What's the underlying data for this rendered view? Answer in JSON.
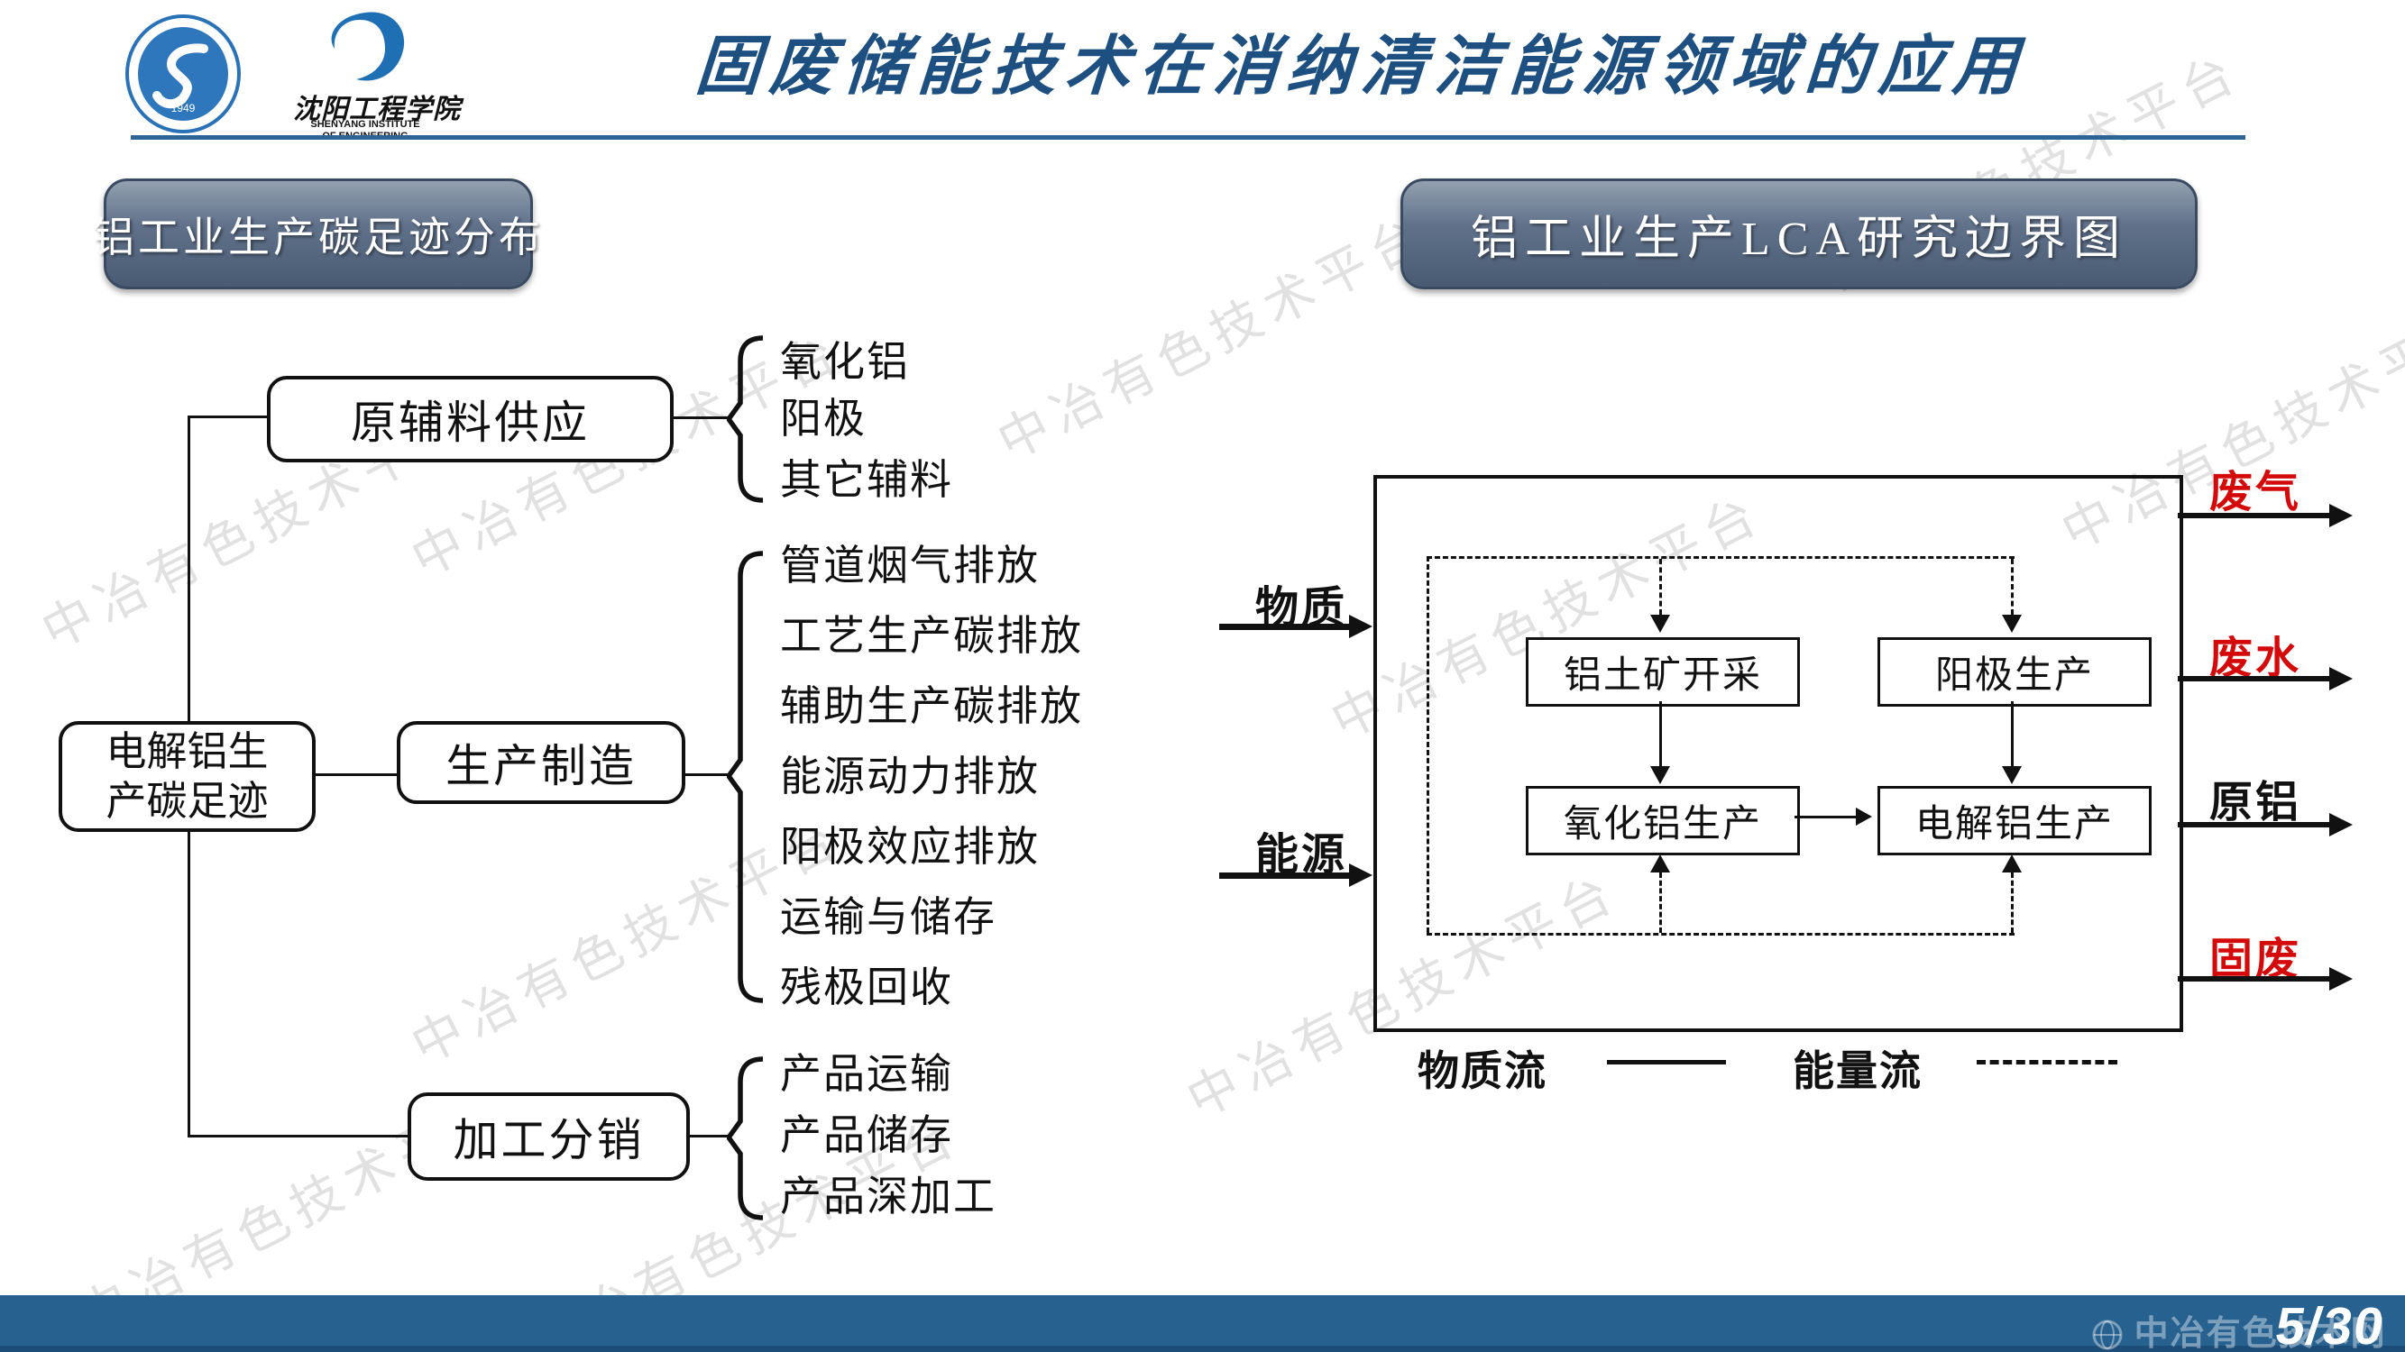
{
  "header": {
    "title": "固废储能技术在消纳清洁能源领域的应用",
    "logo_university": {
      "monogram": "S",
      "year": "1949"
    },
    "logo_institute": {
      "name": "沈阳工程学院",
      "name_en_line1": "SHENYANG INSTITUTE",
      "name_en_line2": "OF ENGINEERING"
    }
  },
  "left_panel": {
    "heading": "铝工业生产碳足迹分布",
    "root": {
      "line1": "电解铝生",
      "line2": "产碳足迹"
    },
    "branches": [
      {
        "label": "原辅料供应",
        "items": [
          "氧化铝",
          "阳极",
          "其它辅料"
        ]
      },
      {
        "label": "生产制造",
        "items": [
          "管道烟气排放",
          "工艺生产碳排放",
          "辅助生产碳排放",
          "能源动力排放",
          "阳极效应排放",
          "运输与储存",
          "残极回收"
        ]
      },
      {
        "label": "加工分销",
        "items": [
          "产品运输",
          "产品储存",
          "产品深加工"
        ]
      }
    ]
  },
  "right_panel": {
    "heading": "铝工业生产LCA研究边界图",
    "inputs": [
      "物质",
      "能源"
    ],
    "processes": [
      "铝土矿开采",
      "阳极生产",
      "氧化铝生产",
      "电解铝生产"
    ],
    "outputs": [
      {
        "label": "废气",
        "color": "#d40a0a"
      },
      {
        "label": "废水",
        "color": "#d40a0a"
      },
      {
        "label": "原铝",
        "color": "#111111"
      },
      {
        "label": "固废",
        "color": "#d40a0a"
      }
    ],
    "legend": [
      {
        "label": "物质流",
        "line": "solid"
      },
      {
        "label": "能量流",
        "line": "dashed"
      }
    ]
  },
  "footer": {
    "page": "5/30",
    "watermark": "中冶有色技术网"
  },
  "watermark": {
    "text": "中冶有色技术平台"
  },
  "colors": {
    "title_blue": "#1d5080",
    "underline_blue": "#2b6496",
    "bar_blue": "#26618f",
    "output_red": "#d40a0a",
    "pill_slate": "#5f7088"
  }
}
